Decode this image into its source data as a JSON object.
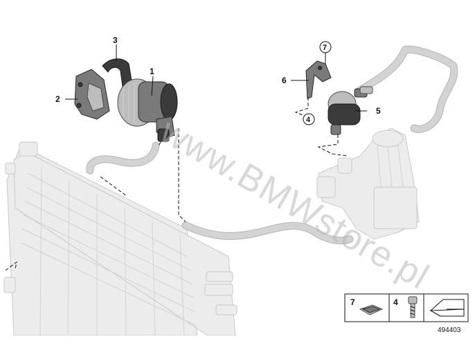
{
  "callouts": {
    "c1": "1",
    "c2": "2",
    "c3": "3",
    "c4": "4",
    "c5": "5",
    "c6": "6",
    "c7": "7"
  },
  "legend": {
    "item7": "7",
    "item4": "4"
  },
  "watermark": "www.BMWstore.pl",
  "doc_number": "494403",
  "colors": {
    "ink": "#111111",
    "ghost_part": "#ececec",
    "watermark": "#b9b9b9"
  }
}
